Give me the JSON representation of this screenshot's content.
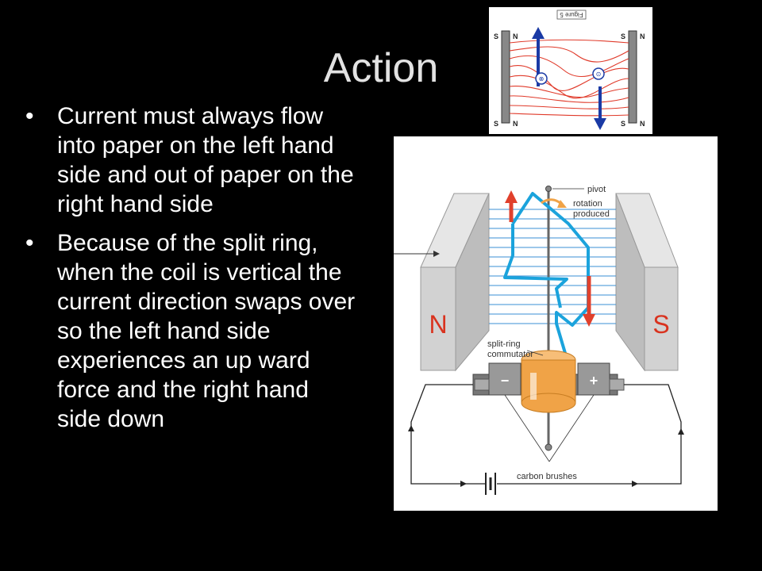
{
  "slide": {
    "title": "Action",
    "bullets": [
      "Current must always flow into paper on the left hand side and out of paper on the right hand side",
      "Because of the split ring, when the coil is vertical the current direction swaps over so the left hand side experiences an up ward force and the right hand side down"
    ]
  },
  "figure_small": {
    "caption": "Figure 5",
    "pole_labels": [
      "N",
      "S"
    ]
  },
  "figure_main": {
    "labels": {
      "pivot": "pivot",
      "rotation_line1": "rotation",
      "rotation_line2": "produced",
      "split_ring_line1": "split-ring",
      "split_ring_line2": "commutator",
      "carbon_brushes": "carbon brushes",
      "north": "N",
      "south": "S",
      "minus": "−",
      "plus": "+"
    },
    "colors": {
      "north_pole": "#d9331f",
      "coil": "#1ba3dc",
      "commutator": "#f0a347",
      "force_arrow": "#e0402c",
      "magnet": "#cfcfcf"
    }
  }
}
